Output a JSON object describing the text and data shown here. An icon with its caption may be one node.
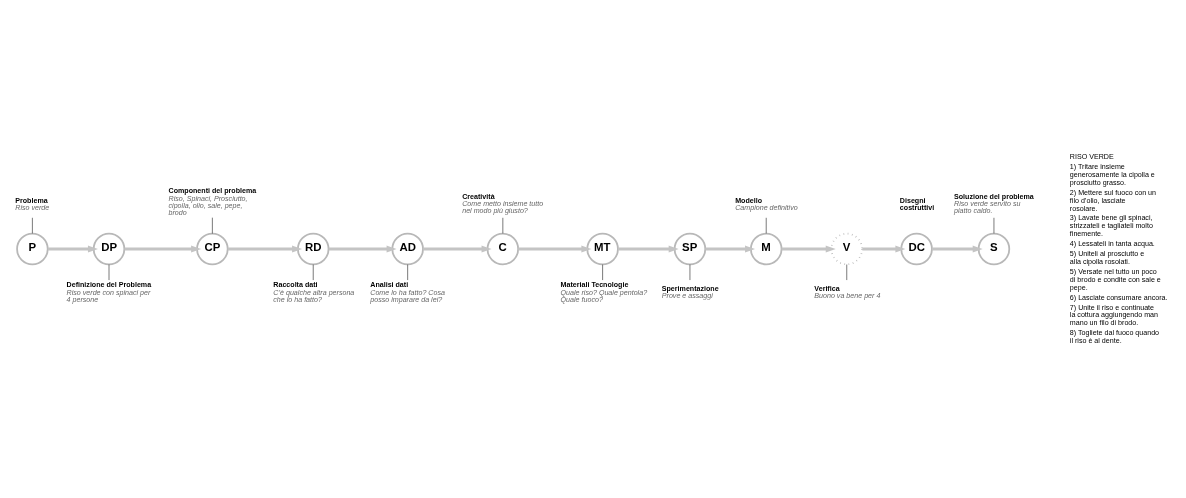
{
  "diagram": {
    "nodes": [
      {
        "text": [
          "P"
        ]
      },
      {
        "text": [
          "DP"
        ]
      },
      {
        "text": [
          "CP"
        ]
      },
      {
        "text": [
          "RD"
        ]
      },
      {
        "text": [
          "AD"
        ]
      },
      {
        "text": [
          "C"
        ]
      },
      {
        "text": [
          "MT"
        ]
      },
      {
        "text": [
          "SP"
        ]
      },
      {
        "text": [
          "M"
        ]
      },
      {
        "text": [
          "V"
        ]
      },
      {
        "text": [
          "DC"
        ],
        "beside": [
          "Disegni costruttivi"
        ]
      },
      {
        "text": [
          "S"
        ]
      },
      {
        "text": [
          "Problema",
          "Riso verde"
        ]
      },
      {
        "text": [
          "Componenti del problema",
          "Riso, Spinaci, Prosciutto, cipolla, olio, sale, pepe, brodo"
        ]
      },
      {
        "text": [
          "Creatività",
          "Come metto insieme tutto nel modo più giusto?"
        ]
      },
      {
        "text": [
          "Modello",
          "Campione definitivo"
        ]
      },
      {
        "text": [
          "Soluzione del problema",
          "Riso verde servito su piatto caldo."
        ]
      },
      {
        "text": [
          "Definizione del Problema",
          "Riso verde con spinaci per 4 persone"
        ]
      },
      {
        "text": [
          "Raccolta dati",
          "C’è qualche altra persona che lo ha fatto?"
        ]
      },
      {
        "text": [
          "Analisi dati",
          "Come lo ha fatto? Cosa posso imparare da lei?"
        ]
      },
      {
        "text": [
          "Materiali Tecnologie",
          "Quale riso? Quale pentola? Quale fuoco?"
        ]
      },
      {
        "text": [
          "Sperimentazione",
          "Prove e assaggi"
        ]
      },
      {
        "text": [
          "Verifica",
          "Buono va bene per 4"
        ]
      }
    ],
    "edges": [
      {
        "from": 0,
        "to": 1,
        "arrow": "to",
        "style": "thick",
        "color": "#c4c4c4"
      },
      {
        "from": 1,
        "to": 2,
        "arrow": "to",
        "style": "thick",
        "color": "#c4c4c4"
      },
      {
        "from": 2,
        "to": 3,
        "arrow": "to",
        "style": "thick",
        "color": "#c4c4c4"
      },
      {
        "from": 3,
        "to": 4,
        "arrow": "to",
        "style": "thick",
        "color": "#c4c4c4"
      },
      {
        "from": 4,
        "to": 5,
        "arrow": "to",
        "style": "thick",
        "color": "#c4c4c4"
      },
      {
        "from": 5,
        "to": 6,
        "arrow": "to",
        "style": "thick",
        "color": "#c4c4c4"
      },
      {
        "from": 6,
        "to": 7,
        "arrow": "to",
        "style": "thick",
        "color": "#c4c4c4"
      },
      {
        "from": 7,
        "to": 8,
        "arrow": "to",
        "style": "thick",
        "color": "#c4c4c4"
      },
      {
        "from": 8,
        "to": 9,
        "arrow": "to",
        "style": "thick",
        "color": "#c4c4c4"
      },
      {
        "from": 9,
        "to": 10,
        "arrow": "to",
        "style": "thick",
        "color": "#c4c4c4"
      },
      {
        "from": 10,
        "to": 11,
        "arrow": "to",
        "style": "thick",
        "color": "#c4c4c4"
      },
      {
        "from": 12,
        "to": 0,
        "arrow": "none",
        "color": "#444444"
      },
      {
        "from": 13,
        "to": 2,
        "arrow": "none",
        "color": "#444444"
      },
      {
        "from": 14,
        "to": 5,
        "arrow": "none",
        "color": "#444444"
      },
      {
        "from": 15,
        "to": 8,
        "arrow": "none",
        "color": "#444444"
      },
      {
        "from": 16,
        "to": 11,
        "arrow": "none",
        "color": "#444444"
      },
      {
        "from": 1,
        "to": 17,
        "arrow": "none",
        "color": "#444444"
      },
      {
        "from": 3,
        "to": 18,
        "arrow": "none",
        "color": "#444444"
      },
      {
        "from": 4,
        "to": 19,
        "arrow": "none",
        "color": "#444444"
      },
      {
        "from": 6,
        "to": 20,
        "arrow": "none",
        "color": "#444444"
      },
      {
        "from": 7,
        "to": 21,
        "arrow": "none",
        "color": "#444444"
      },
      {
        "from": 9,
        "to": 22,
        "arrow": "none",
        "color": "#444444"
      }
    ],
    "labels": [
      "RISO VERDE",
      "1) Tritare insieme generosamente la cipolla e prosciutto grasso.",
      "2) Mettere sul fuoco con un filo d’olio, lasciate rosolare.",
      "3) Lavate bene gli spinaci, strizzateli e tagliateli molto finemente.",
      "4) Lessateli in tanta acqua.",
      "5) Uniteli al prosciutto e alla cipolla rosolati.",
      "5) Versate nel tutto un poco di brodo e condite con sale e pepe.",
      "6) Lasciate consumare ancora.",
      "7) Unite il riso e continuate la cottura aggiungendo man mano un filo di brodo.",
      "8) Togliete dal fuoco quando il riso è al dente."
    ]
  }
}
